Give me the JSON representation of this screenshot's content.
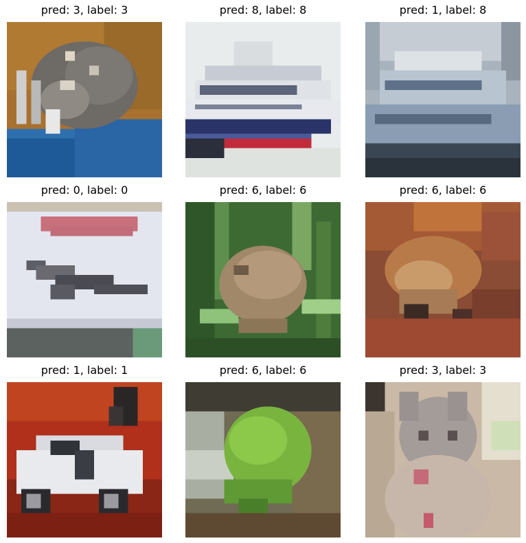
{
  "panels": [
    {
      "title": "pred: 3, label: 3",
      "image": "cat on blue cloth"
    },
    {
      "title": "pred: 8, label: 8",
      "image": "ship"
    },
    {
      "title": "pred: 1, label: 8",
      "image": "ship"
    },
    {
      "title": "pred: 0, label: 0",
      "image": "airplane"
    },
    {
      "title": "pred: 6, label: 6",
      "image": "frog in grass"
    },
    {
      "title": "pred: 6, label: 6",
      "image": "frog"
    },
    {
      "title": "pred: 1, label: 1",
      "image": "white car"
    },
    {
      "title": "pred: 6, label: 6",
      "image": "green frog"
    },
    {
      "title": "pred: 3, label: 3",
      "image": "cat"
    }
  ]
}
